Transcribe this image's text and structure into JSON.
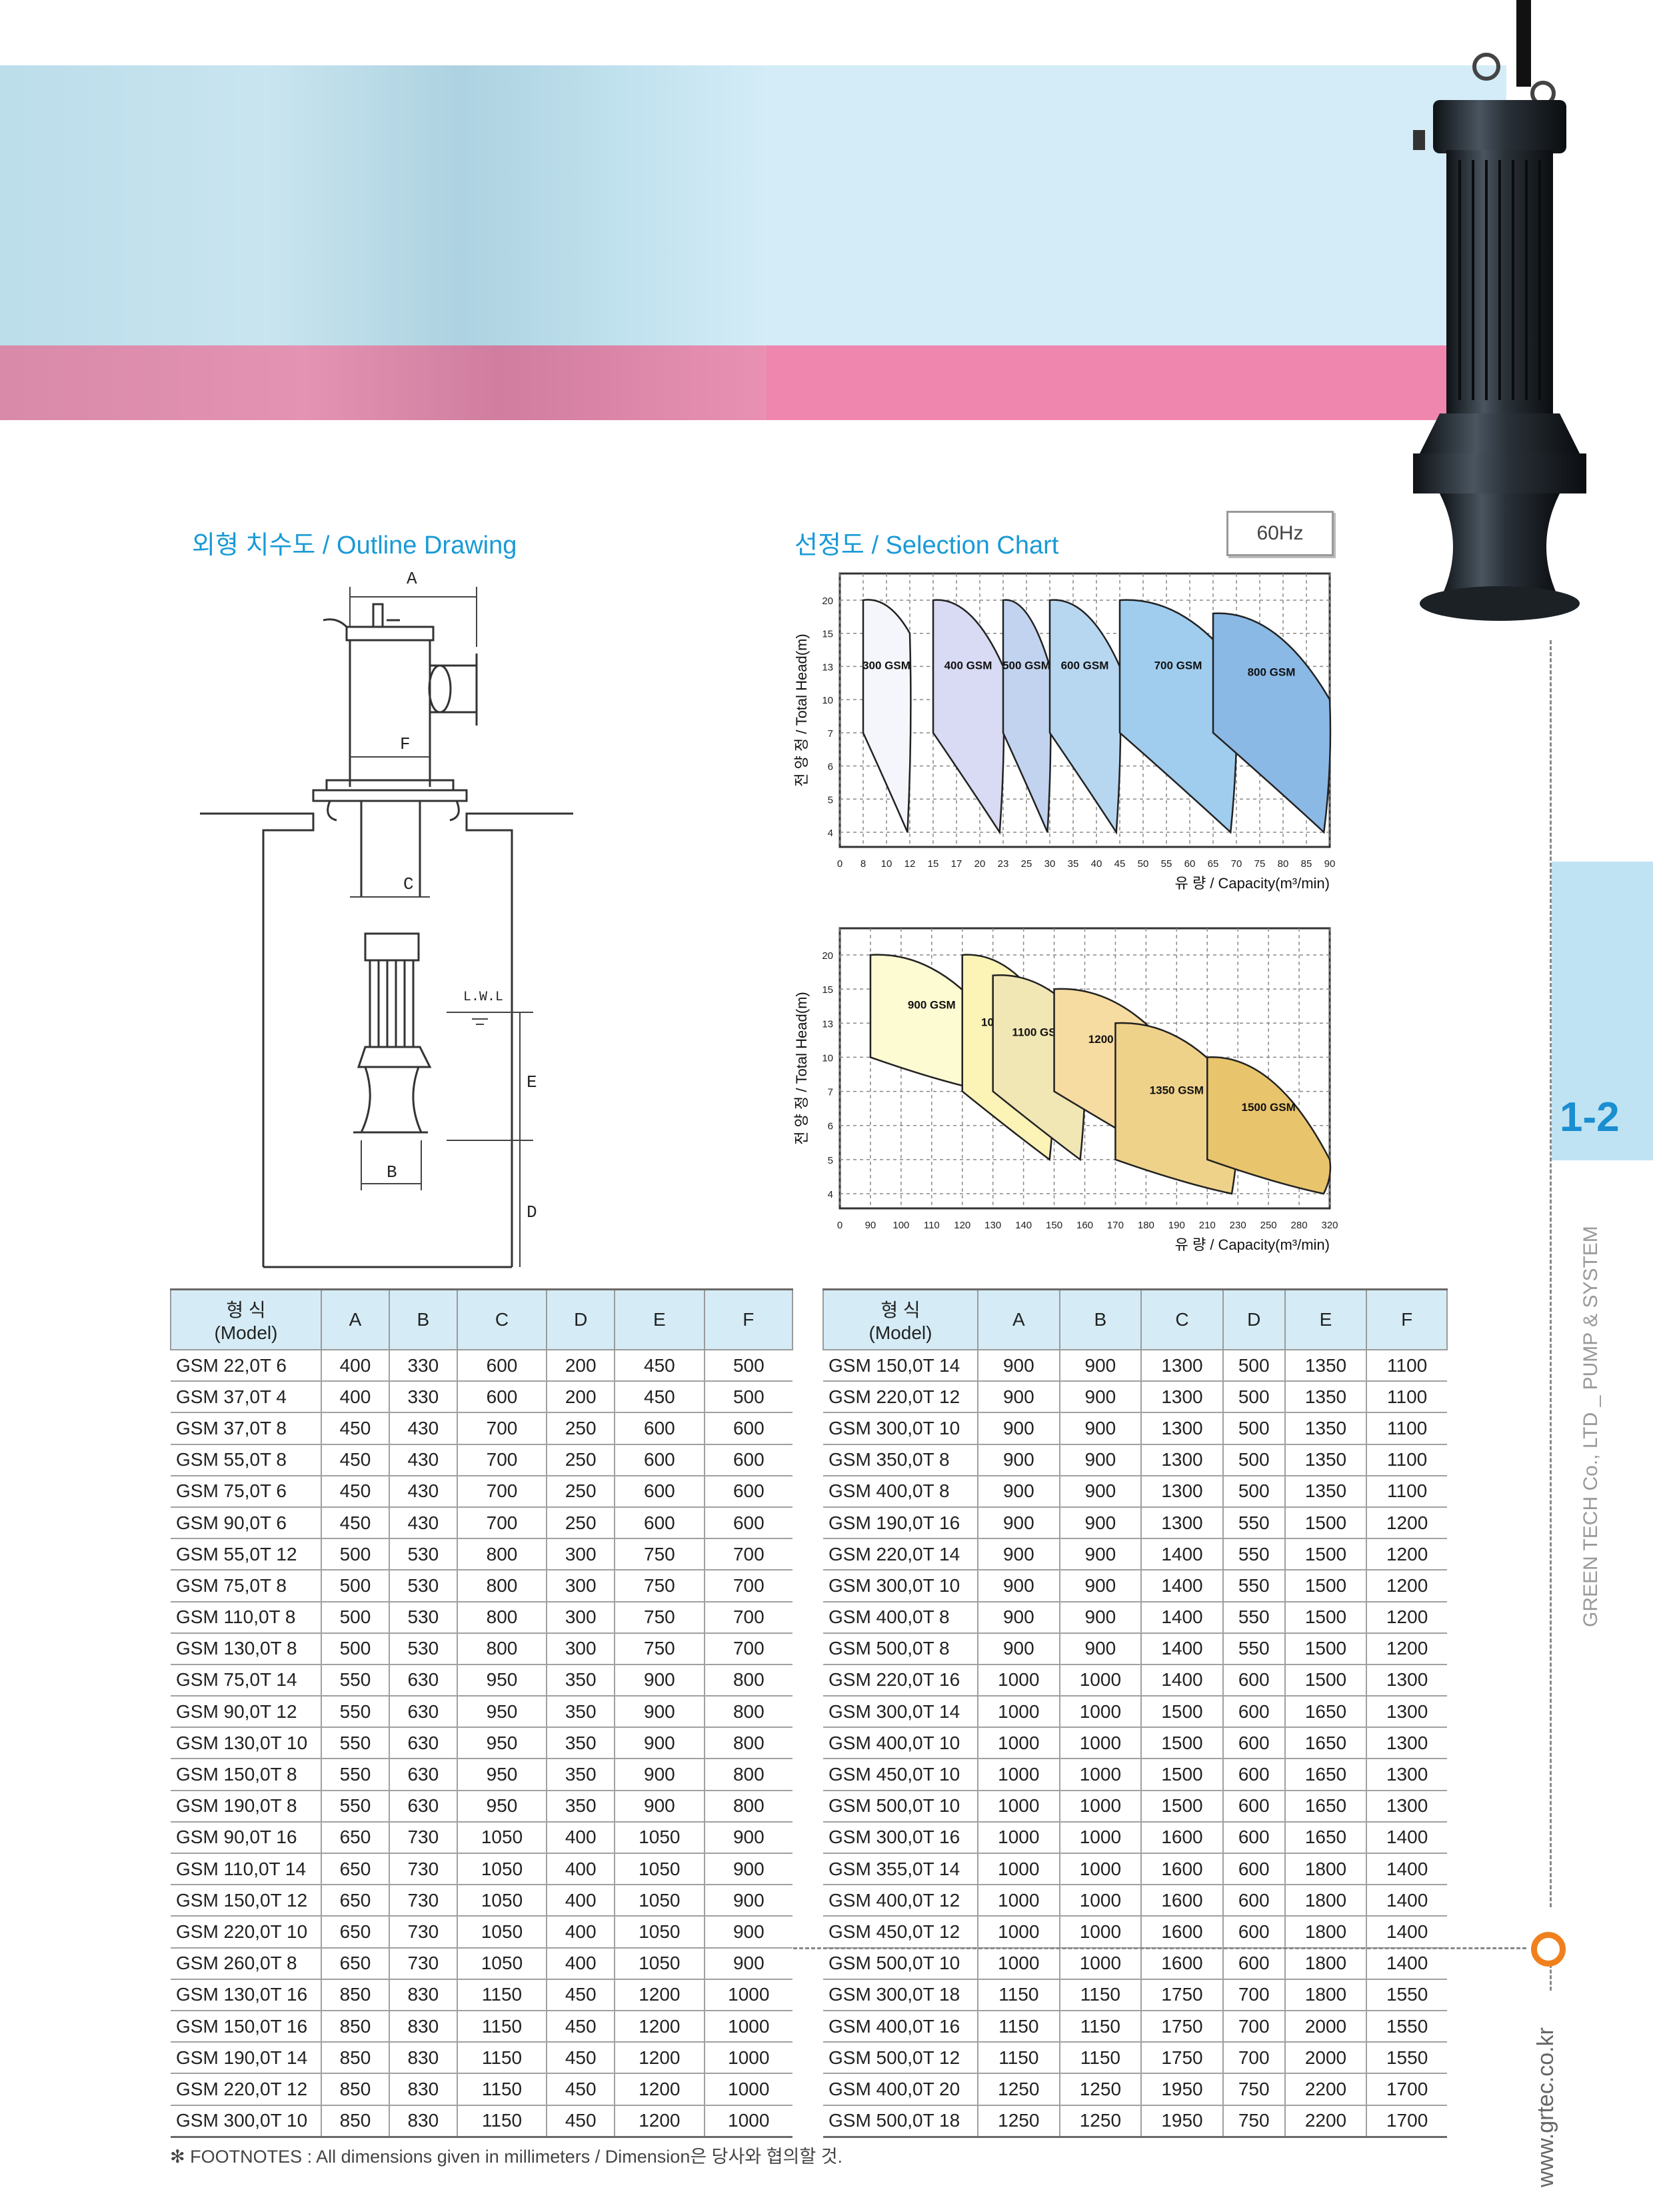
{
  "outline": {
    "title": "외형 치수도 / Outline Drawing",
    "labels": {
      "A": "A",
      "F": "F",
      "C": "C",
      "LWL": "L.W.L",
      "E": "E",
      "B": "B",
      "D": "D"
    }
  },
  "selection": {
    "title": "선정도 / Selection Chart",
    "hz": "60Hz"
  },
  "chart_data": [
    {
      "type": "area",
      "ylabel": "전 양 정 / Total Head(m)",
      "xlabel": "유 량 / Capacity(m³/min)",
      "xticks": [
        0,
        8,
        10,
        12,
        15,
        17,
        20,
        23,
        25,
        30,
        35,
        40,
        45,
        50,
        55,
        60,
        65,
        70,
        75,
        80,
        85,
        90
      ],
      "yticks": [
        4,
        5,
        6,
        7,
        10,
        13,
        15,
        20
      ],
      "series": [
        {
          "name": "300 GSM",
          "x": [
            8,
            12
          ],
          "y_top": [
            20,
            15
          ],
          "y_bottom": [
            7,
            4
          ]
        },
        {
          "name": "400 GSM",
          "x": [
            15,
            23
          ],
          "y_top": [
            20,
            13
          ],
          "y_bottom": [
            7,
            4
          ]
        },
        {
          "name": "500 GSM",
          "x": [
            23,
            30
          ],
          "y_top": [
            20,
            13
          ],
          "y_bottom": [
            7,
            4
          ]
        },
        {
          "name": "600 GSM",
          "x": [
            30,
            45
          ],
          "y_top": [
            20,
            13
          ],
          "y_bottom": [
            7,
            4
          ]
        },
        {
          "name": "700 GSM",
          "x": [
            45,
            70
          ],
          "y_top": [
            20,
            13
          ],
          "y_bottom": [
            7,
            4
          ]
        },
        {
          "name": "800 GSM",
          "x": [
            65,
            90
          ],
          "y_top": [
            18,
            10
          ],
          "y_bottom": [
            7,
            4
          ]
        }
      ]
    },
    {
      "type": "area",
      "ylabel": "전 양 정 / Total Head(m)",
      "xlabel": "유 량 / Capacity(m³/min)",
      "xticks": [
        0,
        90,
        100,
        110,
        120,
        130,
        140,
        150,
        160,
        170,
        180,
        190,
        210,
        230,
        250,
        280,
        320
      ],
      "yticks": [
        4,
        5,
        6,
        7,
        10,
        13,
        15,
        20
      ],
      "series": [
        {
          "name": "900 GSM",
          "x": [
            90,
            130
          ],
          "y_top": [
            20,
            13
          ],
          "y_bottom": [
            10,
            7
          ]
        },
        {
          "name": "1000 GSM",
          "x": [
            120,
            150
          ],
          "y_top": [
            20,
            13
          ],
          "y_bottom": [
            7,
            5
          ]
        },
        {
          "name": "1100 GSM",
          "x": [
            130,
            160
          ],
          "y_top": [
            17,
            13
          ],
          "y_bottom": [
            7,
            5
          ]
        },
        {
          "name": "1200 GSM",
          "x": [
            150,
            190
          ],
          "y_top": [
            15,
            10
          ],
          "y_bottom": [
            7,
            5
          ]
        },
        {
          "name": "1350 GSM",
          "x": [
            170,
            230
          ],
          "y_top": [
            13,
            7
          ],
          "y_bottom": [
            5,
            4
          ]
        },
        {
          "name": "1500 GSM",
          "x": [
            210,
            320
          ],
          "y_top": [
            10,
            5
          ],
          "y_bottom": [
            5,
            4
          ]
        }
      ]
    }
  ],
  "table_headers": {
    "model": "형  식",
    "model_sub": "(Model)",
    "cols": [
      "A",
      "B",
      "C",
      "D",
      "E",
      "F"
    ]
  },
  "table_left": [
    [
      "GSM 22,0T 6",
      "400",
      "330",
      "600",
      "200",
      "450",
      "500"
    ],
    [
      "GSM 37,0T 4",
      "400",
      "330",
      "600",
      "200",
      "450",
      "500"
    ],
    [
      "GSM 37,0T 8",
      "450",
      "430",
      "700",
      "250",
      "600",
      "600"
    ],
    [
      "GSM 55,0T 8",
      "450",
      "430",
      "700",
      "250",
      "600",
      "600"
    ],
    [
      "GSM 75,0T 6",
      "450",
      "430",
      "700",
      "250",
      "600",
      "600"
    ],
    [
      "GSM 90,0T 6",
      "450",
      "430",
      "700",
      "250",
      "600",
      "600"
    ],
    [
      "GSM 55,0T 12",
      "500",
      "530",
      "800",
      "300",
      "750",
      "700"
    ],
    [
      "GSM 75,0T 8",
      "500",
      "530",
      "800",
      "300",
      "750",
      "700"
    ],
    [
      "GSM 110,0T 8",
      "500",
      "530",
      "800",
      "300",
      "750",
      "700"
    ],
    [
      "GSM 130,0T 8",
      "500",
      "530",
      "800",
      "300",
      "750",
      "700"
    ],
    [
      "GSM 75,0T 14",
      "550",
      "630",
      "950",
      "350",
      "900",
      "800"
    ],
    [
      "GSM 90,0T 12",
      "550",
      "630",
      "950",
      "350",
      "900",
      "800"
    ],
    [
      "GSM 130,0T 10",
      "550",
      "630",
      "950",
      "350",
      "900",
      "800"
    ],
    [
      "GSM 150,0T 8",
      "550",
      "630",
      "950",
      "350",
      "900",
      "800"
    ],
    [
      "GSM 190,0T 8",
      "550",
      "630",
      "950",
      "350",
      "900",
      "800"
    ],
    [
      "GSM 90,0T 16",
      "650",
      "730",
      "1050",
      "400",
      "1050",
      "900"
    ],
    [
      "GSM 110,0T 14",
      "650",
      "730",
      "1050",
      "400",
      "1050",
      "900"
    ],
    [
      "GSM 150,0T 12",
      "650",
      "730",
      "1050",
      "400",
      "1050",
      "900"
    ],
    [
      "GSM 220,0T 10",
      "650",
      "730",
      "1050",
      "400",
      "1050",
      "900"
    ],
    [
      "GSM 260,0T 8",
      "650",
      "730",
      "1050",
      "400",
      "1050",
      "900"
    ],
    [
      "GSM 130,0T 16",
      "850",
      "830",
      "1150",
      "450",
      "1200",
      "1000"
    ],
    [
      "GSM 150,0T 16",
      "850",
      "830",
      "1150",
      "450",
      "1200",
      "1000"
    ],
    [
      "GSM 190,0T 14",
      "850",
      "830",
      "1150",
      "450",
      "1200",
      "1000"
    ],
    [
      "GSM 220,0T 12",
      "850",
      "830",
      "1150",
      "450",
      "1200",
      "1000"
    ],
    [
      "GSM 300,0T 10",
      "850",
      "830",
      "1150",
      "450",
      "1200",
      "1000"
    ]
  ],
  "table_right": [
    [
      "GSM 150,0T 14",
      "900",
      "900",
      "1300",
      "500",
      "1350",
      "1100"
    ],
    [
      "GSM 220,0T 12",
      "900",
      "900",
      "1300",
      "500",
      "1350",
      "1100"
    ],
    [
      "GSM 300,0T 10",
      "900",
      "900",
      "1300",
      "500",
      "1350",
      "1100"
    ],
    [
      "GSM 350,0T 8",
      "900",
      "900",
      "1300",
      "500",
      "1350",
      "1100"
    ],
    [
      "GSM 400,0T 8",
      "900",
      "900",
      "1300",
      "500",
      "1350",
      "1100"
    ],
    [
      "GSM 190,0T 16",
      "900",
      "900",
      "1300",
      "550",
      "1500",
      "1200"
    ],
    [
      "GSM 220,0T 14",
      "900",
      "900",
      "1400",
      "550",
      "1500",
      "1200"
    ],
    [
      "GSM 300,0T 10",
      "900",
      "900",
      "1400",
      "550",
      "1500",
      "1200"
    ],
    [
      "GSM 400,0T 8",
      "900",
      "900",
      "1400",
      "550",
      "1500",
      "1200"
    ],
    [
      "GSM 500,0T 8",
      "900",
      "900",
      "1400",
      "550",
      "1500",
      "1200"
    ],
    [
      "GSM 220,0T 16",
      "1000",
      "1000",
      "1400",
      "600",
      "1500",
      "1300"
    ],
    [
      "GSM 300,0T 14",
      "1000",
      "1000",
      "1500",
      "600",
      "1650",
      "1300"
    ],
    [
      "GSM 400,0T 10",
      "1000",
      "1000",
      "1500",
      "600",
      "1650",
      "1300"
    ],
    [
      "GSM 450,0T 10",
      "1000",
      "1000",
      "1500",
      "600",
      "1650",
      "1300"
    ],
    [
      "GSM 500,0T 10",
      "1000",
      "1000",
      "1500",
      "600",
      "1650",
      "1300"
    ],
    [
      "GSM 300,0T 16",
      "1000",
      "1000",
      "1600",
      "600",
      "1650",
      "1400"
    ],
    [
      "GSM 355,0T 14",
      "1000",
      "1000",
      "1600",
      "600",
      "1800",
      "1400"
    ],
    [
      "GSM 400,0T 12",
      "1000",
      "1000",
      "1600",
      "600",
      "1800",
      "1400"
    ],
    [
      "GSM 450,0T 12",
      "1000",
      "1000",
      "1600",
      "600",
      "1800",
      "1400"
    ],
    [
      "GSM 500,0T 10",
      "1000",
      "1000",
      "1600",
      "600",
      "1800",
      "1400"
    ],
    [
      "GSM 300,0T 18",
      "1150",
      "1150",
      "1750",
      "700",
      "1800",
      "1550"
    ],
    [
      "GSM 400,0T 16",
      "1150",
      "1150",
      "1750",
      "700",
      "2000",
      "1550"
    ],
    [
      "GSM 500,0T 12",
      "1150",
      "1150",
      "1750",
      "700",
      "2000",
      "1550"
    ],
    [
      "GSM 400,0T 20",
      "1250",
      "1250",
      "1950",
      "750",
      "2200",
      "1700"
    ],
    [
      "GSM 500,0T 18",
      "1250",
      "1250",
      "1950",
      "750",
      "2200",
      "1700"
    ]
  ],
  "footnote": "✻ FOOTNOTES : All dimensions given in millimeters / Dimension은 당사와 협의할 것.",
  "side": {
    "page": "1-2",
    "company": "GREEN TECH Co., LTD _ PUMP & SYSTEM",
    "url": "www.grtec.co.kr"
  },
  "colors": {
    "accent_blue": "#1a9ad6",
    "header_blue": "#d3ecf7",
    "header_pink": "#ef86ae",
    "orange": "#f0801e"
  }
}
